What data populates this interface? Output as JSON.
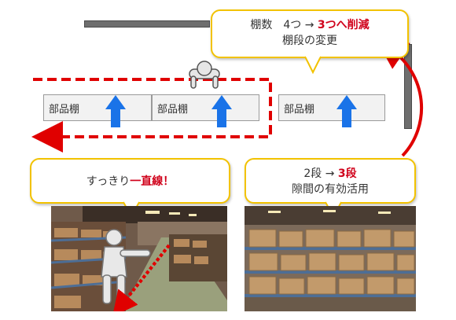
{
  "shelves": [
    {
      "label": "部品棚"
    },
    {
      "label": "部品棚"
    },
    {
      "label": "部品棚"
    }
  ],
  "callout_top": {
    "line1_prefix": "棚数　4つ → ",
    "line1_highlight": "3つへ削減",
    "line2": "棚段の変更"
  },
  "callout_left": {
    "prefix": "すっきり",
    "highlight": "一直線！"
  },
  "callout_right": {
    "line1_prefix": "2段 → ",
    "line1_highlight": "3段",
    "line2": "隙間の有効活用"
  },
  "colors": {
    "arrow_blue": "#1a73e8",
    "route_red": "#e00000",
    "callout_border": "#f2c200",
    "highlight_red": "#d0021b"
  }
}
